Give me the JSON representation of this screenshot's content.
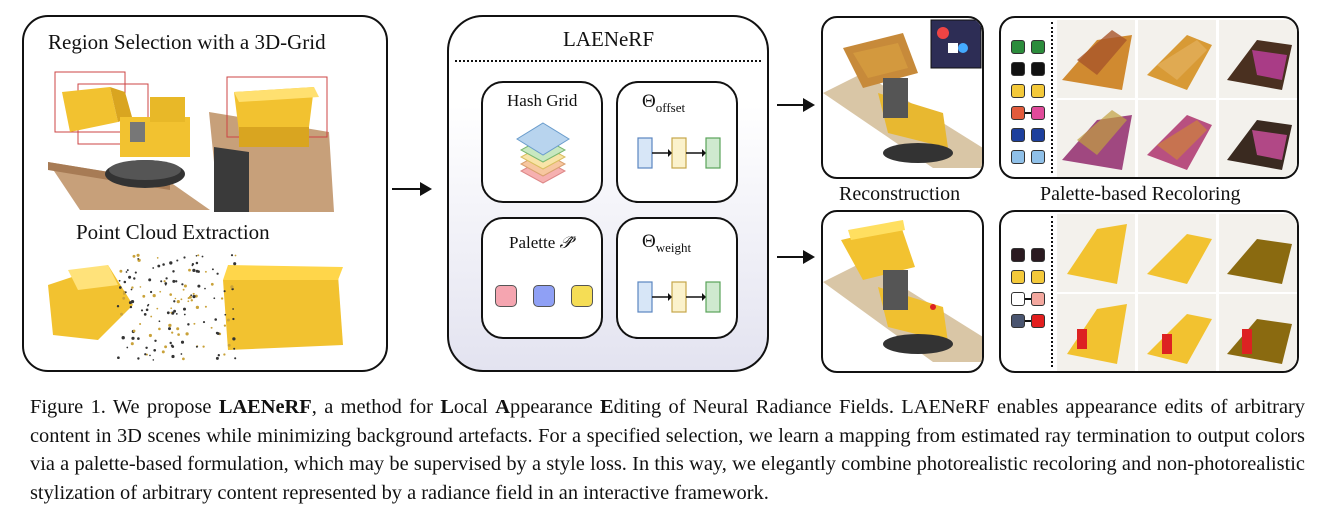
{
  "left_panel": {
    "title": "Region Selection with a 3D-Grid",
    "subtitle": "Point Cloud Extraction"
  },
  "center_panel": {
    "title": "LAENeRF",
    "modules": {
      "hash_grid": "Hash Grid",
      "theta_offset_base": "Θ",
      "theta_offset_sub": "offset",
      "palette": "Palette",
      "palette_symbol": "𝒫̂",
      "theta_weight_base": "Θ",
      "theta_weight_sub": "weight"
    },
    "colors": {
      "palette": [
        "#f5a5b0",
        "#8fa0f5",
        "#f5dd55"
      ],
      "mlp_in": "#d7e6f7",
      "mlp_mid": "#fbf2cc",
      "mlp_out": "#cfe9cf",
      "grid_layers": [
        "#b8d4ee",
        "#c8e8c0",
        "#f8e4a8",
        "#f7c7a0",
        "#f6b0b0"
      ]
    }
  },
  "right": {
    "reconstruction_label": "Reconstruction",
    "recoloring_label": "Palette-based Recoloring",
    "top_palette": [
      [
        "#2c8c3c",
        "#2c8c3c"
      ],
      [
        "#111111",
        "#111111"
      ],
      [
        "#f4c93a",
        "#f4c93a"
      ],
      [
        "#e25b3c",
        "#e04a9a"
      ],
      [
        "#1d3f9c",
        "#1d3f9c"
      ],
      [
        "#8fc0e8",
        "#8fc0e8"
      ]
    ],
    "bottom_palette": [
      [
        "#2a1a20",
        "#2a1a20"
      ],
      [
        "#f4c93a",
        "#f4c93a"
      ],
      [
        "#ffffff",
        "#f3a79e"
      ],
      [
        "#4a5570",
        "#e21e1e"
      ]
    ]
  },
  "caption": {
    "part1": "Figure 1. We propose ",
    "bold1": "LAENeRF",
    "part2": ", a method for ",
    "b_L": "L",
    "part3": "ocal ",
    "b_A": "A",
    "part4": "ppearance ",
    "b_E": "E",
    "part5": "diting of Neural Radiance Fields. LAENeRF enables appearance edits of arbitrary content in 3D scenes while minimizing background artefacts. For a specified selection, we learn a mapping from estimated ray termination to output colors via a palette-based formulation, which may be supervised by a style loss. In this way, we elegantly combine photorealistic recoloring and non-photorealistic stylization of arbitrary content represented by a radiance field in an interactive framework."
  }
}
